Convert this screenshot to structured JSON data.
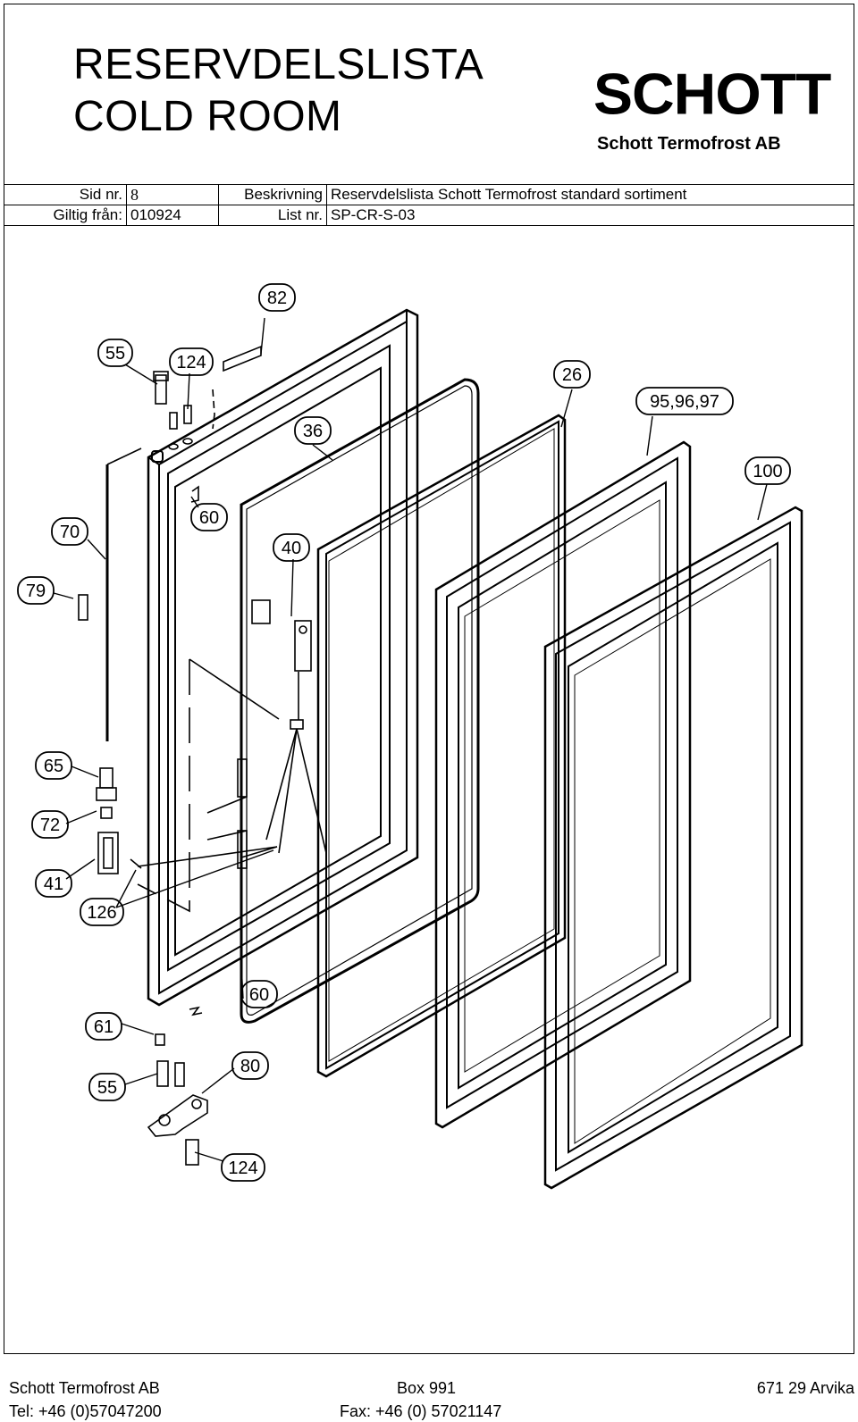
{
  "header": {
    "title_line1": "RESERVDELSLISTA",
    "title_line2": "COLD ROOM",
    "logo_word": "SCHOTT",
    "company": "Schott Termofrost AB"
  },
  "meta": {
    "sid_label": "Sid nr.",
    "sid_value": "8",
    "beskrivning_label": "Beskrivning",
    "beskrivning_value": "Reservdelslista Schott Termofrost standard sortiment",
    "giltig_label": "Giltig från:",
    "giltig_value": "010924",
    "list_label": "List nr.",
    "list_value": "SP-CR-S-03"
  },
  "callouts": [
    "82",
    "55",
    "124",
    "26",
    "95,96,97",
    "36",
    "100",
    "60",
    "70",
    "40",
    "79",
    "65",
    "72",
    "41",
    "126",
    "60",
    "61",
    "80",
    "55",
    "124"
  ],
  "footer": {
    "company": "Schott Termofrost AB",
    "box": "Box 991",
    "city": "671 29 Arvika",
    "tel": "Tel: +46 (0)57047200",
    "fax": "Fax: +46 (0) 57021147"
  }
}
